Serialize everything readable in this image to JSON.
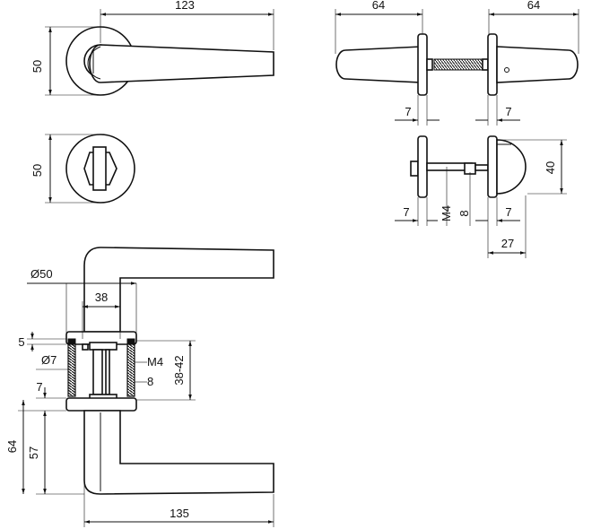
{
  "dimensions": {
    "rose_top_width": "123",
    "rose_top_height": "50",
    "rose_bottom_height": "50",
    "side_left_width": "64",
    "side_right_width": "64",
    "side_left_thickness": "7",
    "side_right_thickness": "7",
    "turn_left_thickness": "7",
    "turn_spindle": "M4",
    "turn_pin": "8",
    "turn_right_thickness": "7",
    "turn_knob_height": "40",
    "turn_knob_depth": "27",
    "main_diameter": "Ø50",
    "main_38": "38",
    "main_5": "5",
    "main_pin_diameter": "Ø7",
    "main_m4": "M4",
    "main_8": "8",
    "main_range": "38-42",
    "main_7": "7",
    "main_64": "64",
    "main_57": "57",
    "main_135": "135"
  }
}
